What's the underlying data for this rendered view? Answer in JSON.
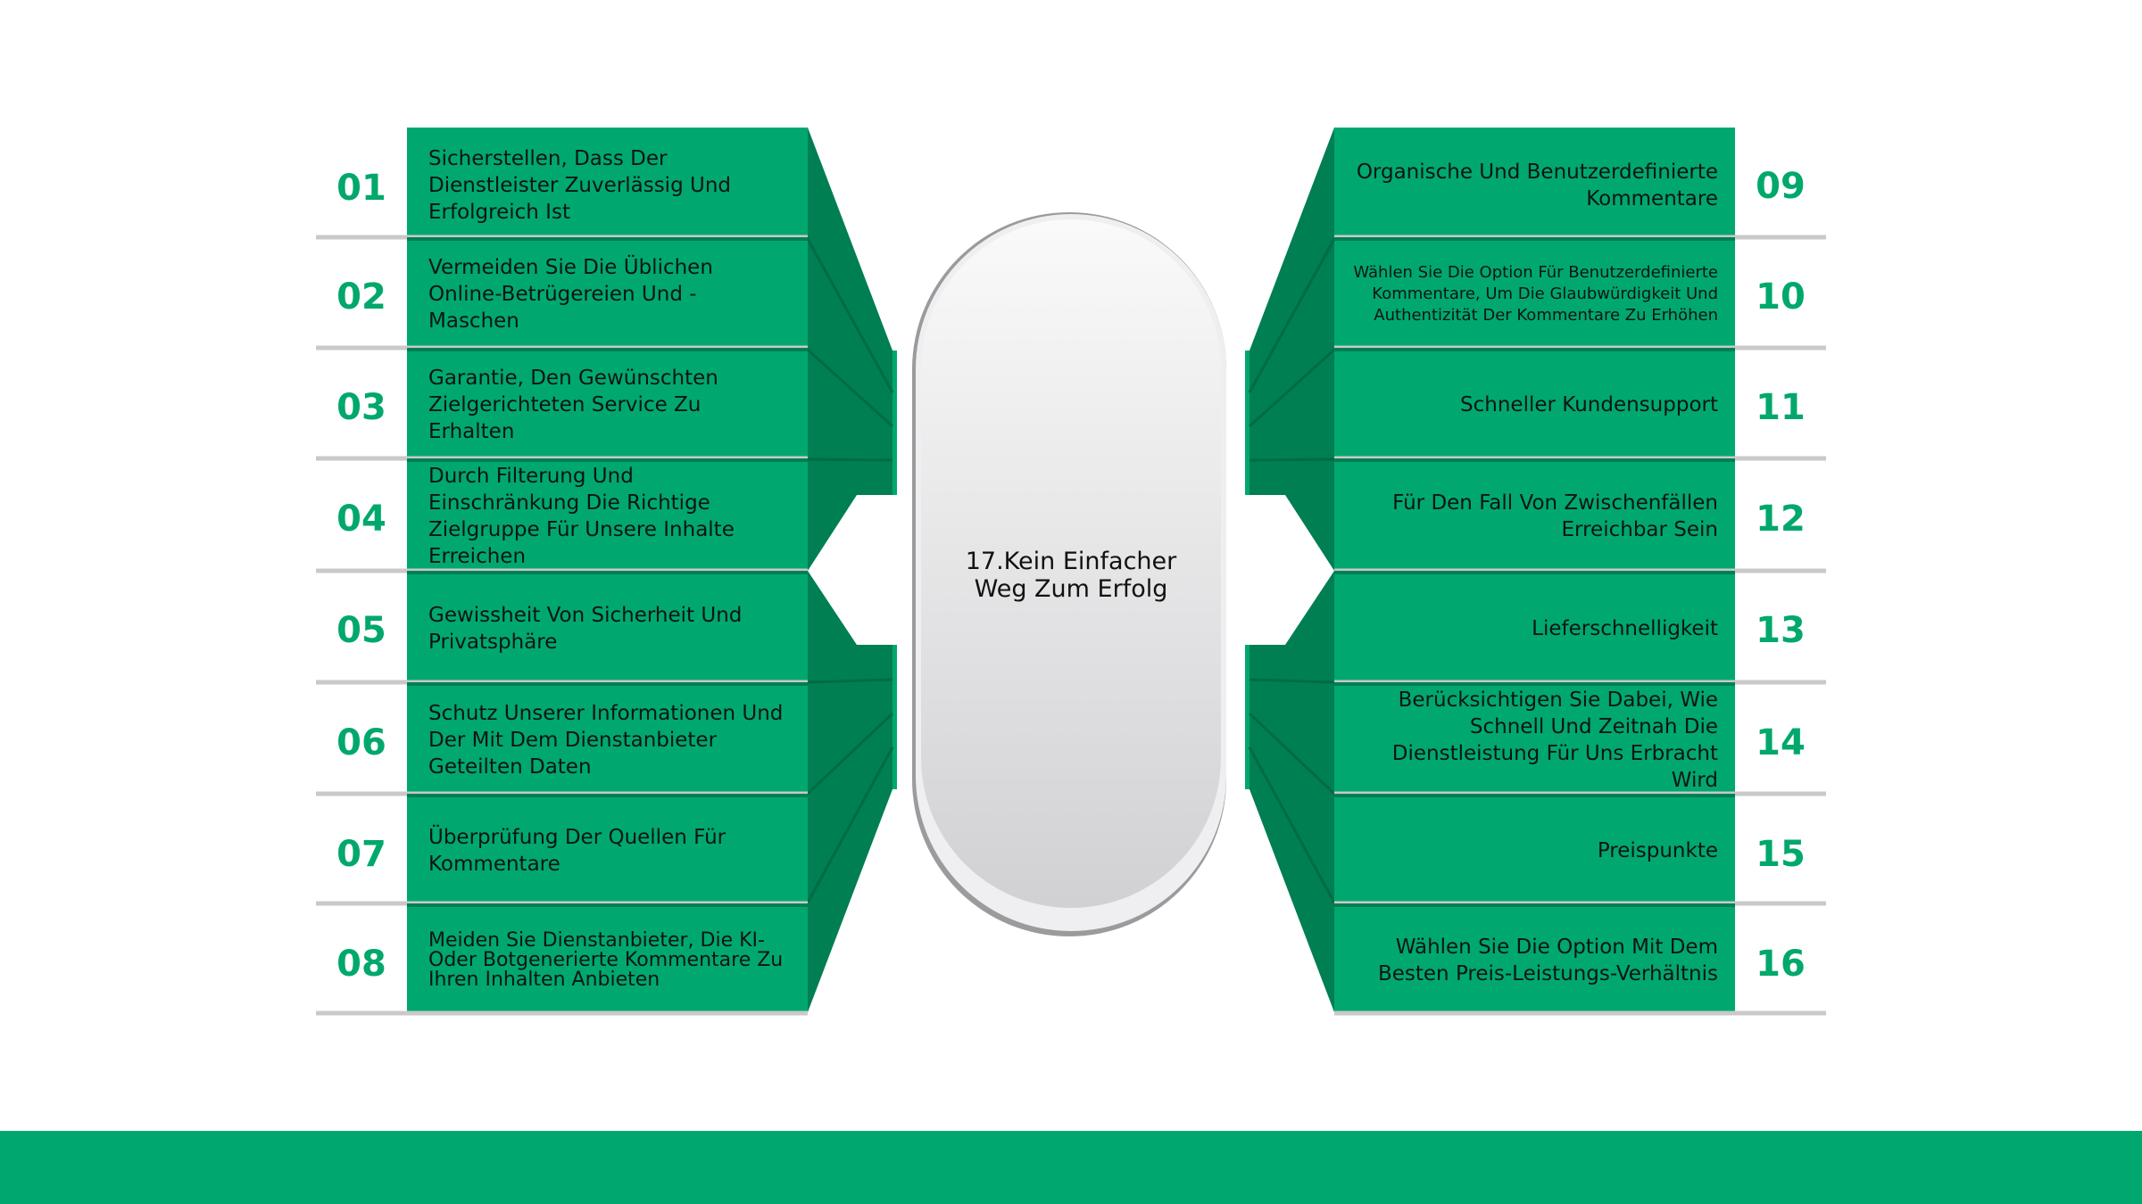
{
  "colors": {
    "panel": "#00a870",
    "panel_dark": "#007f52",
    "number": "#00a86b",
    "divider": "#c9c9c9",
    "capsule_top": "#fafafa",
    "capsule_bottom": "#d1d0d3"
  },
  "center": {
    "title": "17.Kein Einfacher Weg Zum Erfolg"
  },
  "left_items": [
    {
      "number": "01",
      "text": "Sicherstellen, Dass Der Dienstleister Zuverlässig Und Erfolgreich Ist"
    },
    {
      "number": "02",
      "text": "Vermeiden Sie Die Üblichen Online-Betrügereien Und -Maschen"
    },
    {
      "number": "03",
      "text": "Garantie, Den Gewünschten Zielgerichteten Service Zu Erhalten"
    },
    {
      "number": "04",
      "text": "Durch Filterung Und Einschränkung Die Richtige Zielgruppe Für Unsere Inhalte Erreichen"
    },
    {
      "number": "05",
      "text": "Gewissheit Von Sicherheit Und Privatsphäre"
    },
    {
      "number": "06",
      "text": "Schutz Unserer Informationen Und Der Mit Dem Dienstanbieter Geteilten Daten"
    },
    {
      "number": "07",
      "text": "Überprüfung Der Quellen Für Kommentare"
    },
    {
      "number": "08",
      "text": "Meiden Sie Dienstanbieter, Die KI- Oder Botgenerierte Kommentare Zu Ihren Inhalten Anbieten"
    }
  ],
  "right_items": [
    {
      "number": "09",
      "text": "Organische Und Benutzerdefinierte Kommentare"
    },
    {
      "number": "10",
      "text": "Wählen Sie Die Option Für Benutzerdefinierte Kommentare, Um Die Glaubwürdigkeit Und Authentizität Der Kommentare Zu Erhöhen"
    },
    {
      "number": "11",
      "text": "Schneller Kundensupport"
    },
    {
      "number": "12",
      "text": "Für Den Fall Von Zwischenfällen Erreichbar Sein"
    },
    {
      "number": "13",
      "text": "Lieferschnelligkeit"
    },
    {
      "number": "14",
      "text": "Berücksichtigen Sie Dabei, Wie Schnell Und Zeitnah Die Dienstleistung Für Uns Erbracht Wird"
    },
    {
      "number": "15",
      "text": "Preispunkte"
    },
    {
      "number": "16",
      "text": "Wählen Sie Die Option Mit Dem Besten Preis-Leistungs-Verhältnis"
    }
  ]
}
